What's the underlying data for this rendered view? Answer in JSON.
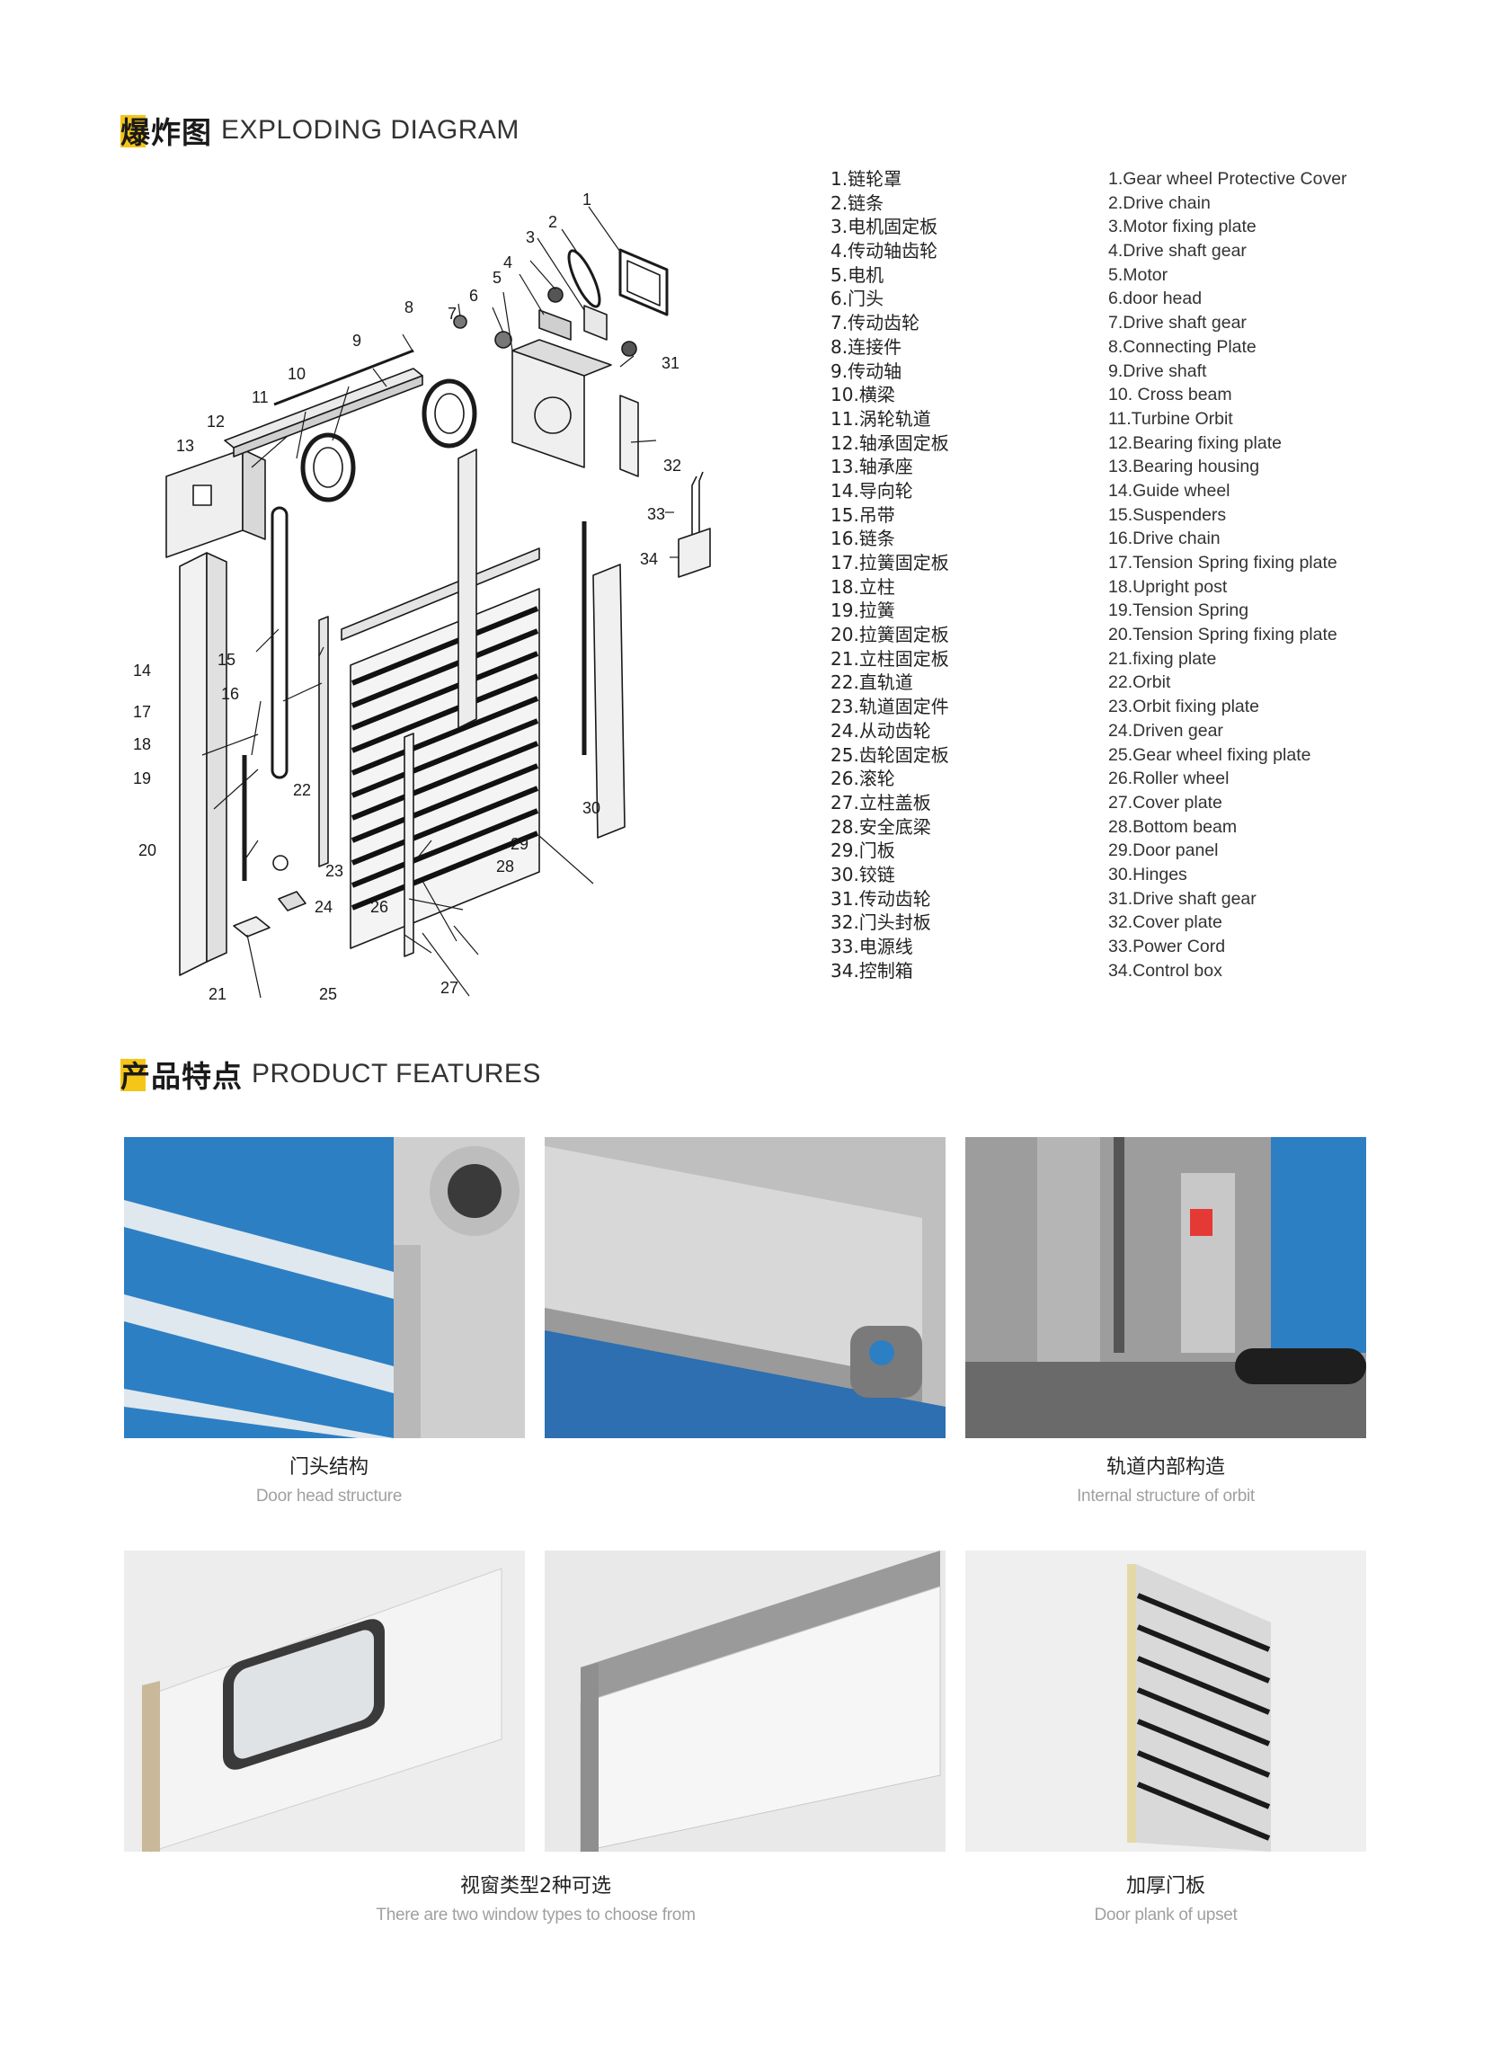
{
  "section_exploding": {
    "title_cn": "爆炸图",
    "title_en": "EXPLODING DIAGRAM"
  },
  "diagram_labels": [
    "1",
    "2",
    "3",
    "4",
    "5",
    "6",
    "7",
    "8",
    "9",
    "10",
    "11",
    "12",
    "13",
    "14",
    "15",
    "16",
    "17",
    "18",
    "19",
    "20",
    "21",
    "22",
    "23",
    "24",
    "25",
    "26",
    "27",
    "28",
    "29",
    "30",
    "31",
    "32",
    "33",
    "34"
  ],
  "parts_cn": [
    "1.链轮罩",
    "2.链条",
    "3.电机固定板",
    "4.传动轴齿轮",
    "5.电机",
    "6.门头",
    "7.传动齿轮",
    "8.连接件",
    "9.传动轴",
    "10.横梁",
    "11.涡轮轨道",
    "12.轴承固定板",
    "13.轴承座",
    "14.导向轮",
    "15.吊带",
    "16.链条",
    "17.拉簧固定板",
    "18.立柱",
    "19.拉簧",
    "20.拉簧固定板",
    "21.立柱固定板",
    "22.直轨道",
    "23.轨道固定件",
    "24.从动齿轮",
    "25.齿轮固定板",
    "26.滚轮",
    "27.立柱盖板",
    "28.安全底梁",
    "29.门板",
    "30.铰链",
    "31.传动齿轮",
    "32.门头封板",
    "33.电源线",
    "34.控制箱"
  ],
  "parts_en": [
    "1.Gear wheel Protective Cover",
    "2.Drive chain",
    "3.Motor fixing plate",
    "4.Drive shaft gear",
    "5.Motor",
    "6.door head",
    "7.Drive shaft gear",
    "8.Connecting Plate",
    "9.Drive shaft",
    "10. Cross beam",
    "11.Turbine Orbit",
    "12.Bearing fixing plate",
    "13.Bearing housing",
    "14.Guide wheel",
    "15.Suspenders",
    "16.Drive chain",
    "17.Tension Spring fixing plate",
    "18.Upright post",
    "19.Tension Spring",
    "20.Tension Spring fixing plate",
    "21.fixing plate",
    "22.Orbit",
    "23.Orbit fixing plate",
    "24.Driven gear",
    "25.Gear wheel fixing plate",
    "26.Roller wheel",
    "27.Cover plate",
    "28.Bottom beam",
    "29.Door panel",
    "30.Hinges",
    "31.Drive shaft gear",
    "32.Cover plate",
    "33.Power Cord",
    "34.Control box"
  ],
  "section_features": {
    "title_cn": "产品特点",
    "title_en": "PRODUCT FEATURES"
  },
  "captions": {
    "door_head": {
      "cn": "门头结构",
      "en": "Door head structure"
    },
    "orbit": {
      "cn": "轨道内部构造",
      "en": "Internal structure of orbit"
    },
    "window": {
      "cn": "视窗类型2种可选",
      "en": "There are two window types to choose from"
    },
    "plank": {
      "cn": "加厚门板",
      "en": "Door plank of upset"
    }
  },
  "colors": {
    "accent": "#f5c518",
    "door_blue": "#2d7fc4",
    "line": "#1a1a1a"
  }
}
